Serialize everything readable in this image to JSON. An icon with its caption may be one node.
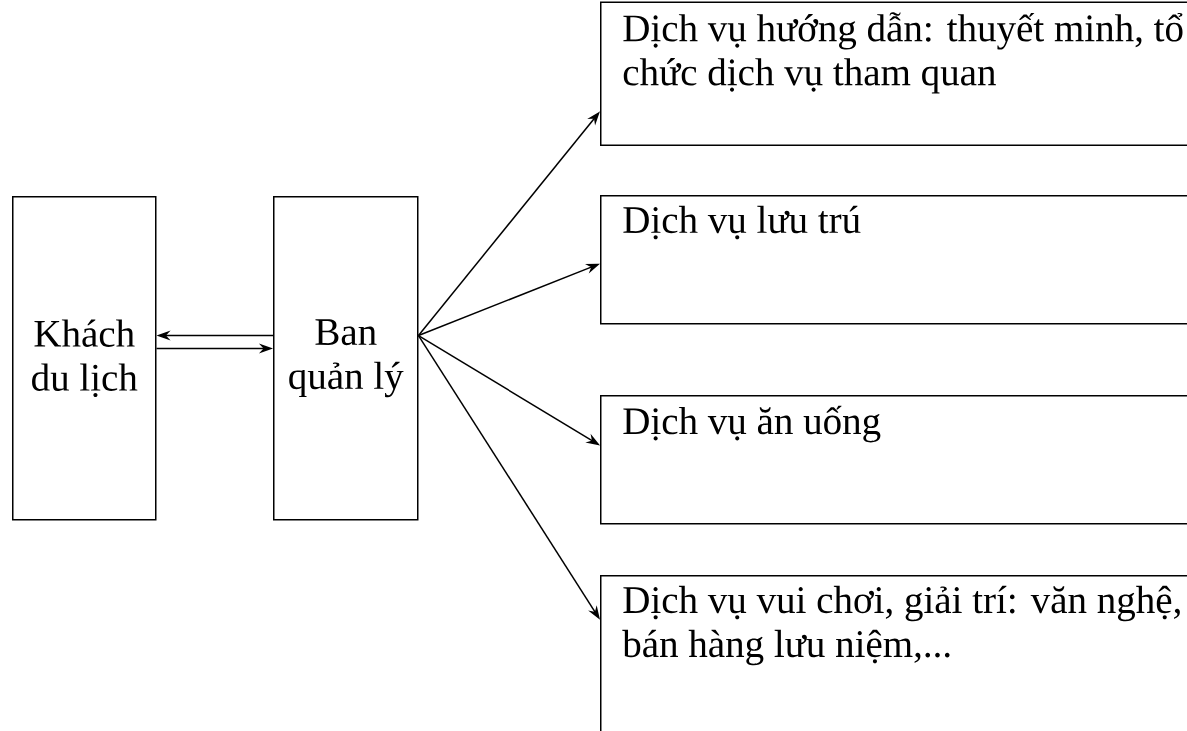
{
  "diagram": {
    "nodes": [
      {
        "text": [
          "Khách du lịch"
        ]
      },
      {
        "text": [
          "Ban quản lý"
        ]
      },
      {
        "text": [
          "Dịch vụ hướng dẫn: thuyết minh, tổ chức dịch vụ tham quan"
        ]
      },
      {
        "text": [
          "Dịch vụ lưu trú"
        ]
      },
      {
        "text": [
          "Dịch vụ ăn uống"
        ]
      },
      {
        "text": [
          "Dịch vụ vui chơi, giải trí: văn nghệ, bán hàng lưu niệm,..."
        ]
      }
    ],
    "edges": [
      {
        "from": 1,
        "to": 0,
        "arrow": "to"
      },
      {
        "from": 0,
        "to": 1,
        "arrow": "to"
      },
      {
        "from": 1,
        "to": 2,
        "arrow": "to"
      },
      {
        "from": 1,
        "to": 3,
        "arrow": "to"
      },
      {
        "from": 1,
        "to": 4,
        "arrow": "to"
      },
      {
        "from": 1,
        "to": 5,
        "arrow": "to"
      }
    ]
  }
}
